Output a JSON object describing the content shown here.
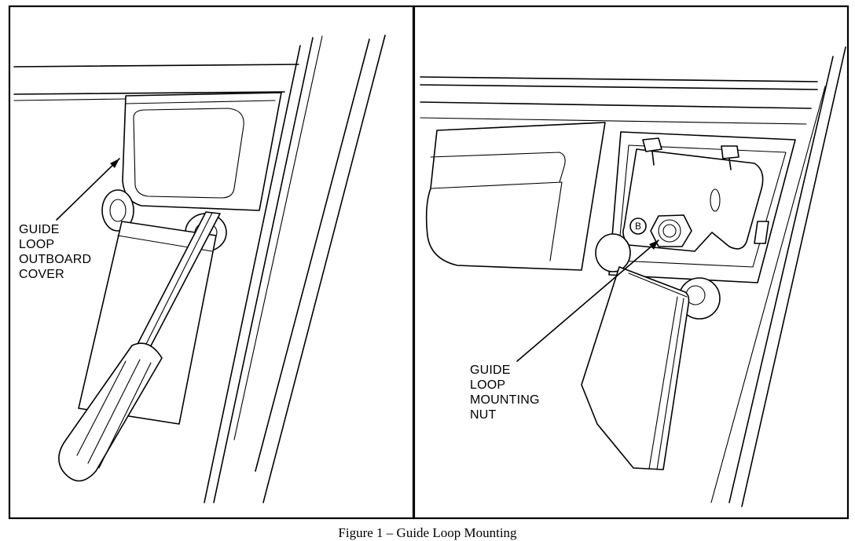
{
  "left_panel": {
    "callout": [
      "GUIDE",
      "LOOP",
      "OUTBOARD",
      "COVER"
    ]
  },
  "right_panel": {
    "callout": [
      "GUIDE",
      "LOOP",
      "MOUNTING",
      "NUT"
    ],
    "marker": "B"
  },
  "caption": "Figure 1 – Guide Loop Mounting"
}
